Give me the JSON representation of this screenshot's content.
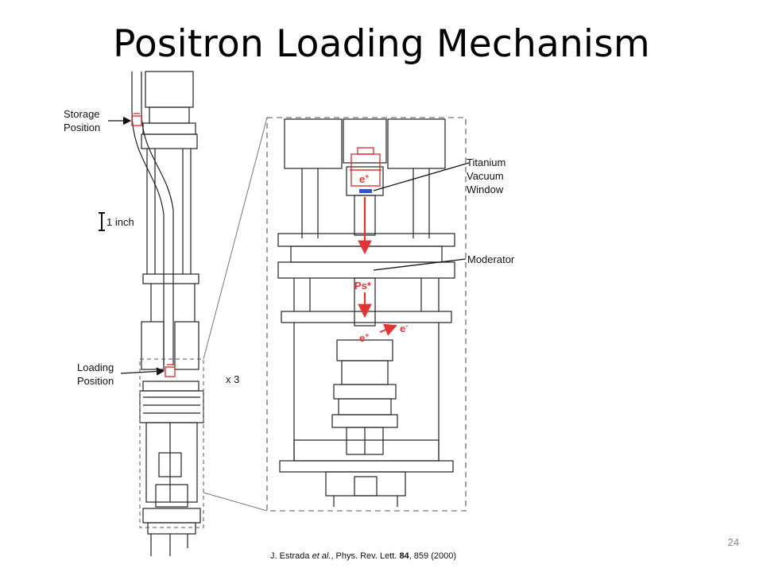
{
  "slide": {
    "title": "Positron Loading Mechanism",
    "page_number": "24",
    "citation": {
      "authors": "J. Estrada ",
      "etal": "et al.",
      "journal": ", Phys. Rev. Lett. ",
      "volume": "84",
      "rest": ", 859 (2000)"
    }
  },
  "labels": {
    "storage_line1": "Storage",
    "storage_line2": "Position",
    "loading_line1": "Loading",
    "loading_line2": "Position",
    "scale_bar": "1 inch",
    "magnification": "x 3",
    "titanium_line1": "Titanium",
    "titanium_line2": "Vacuum",
    "titanium_line3": "Window",
    "moderator": "Moderator"
  },
  "particles": {
    "positron_top": "e",
    "positron_top_sup": "+",
    "positronium": "Ps*",
    "positron_bottom": "e",
    "positron_bottom_sup": "+",
    "electron": "e",
    "electron_sup": "-"
  },
  "colors": {
    "accent_red": "#e33333",
    "line": "#222222",
    "dash": "#555555"
  }
}
